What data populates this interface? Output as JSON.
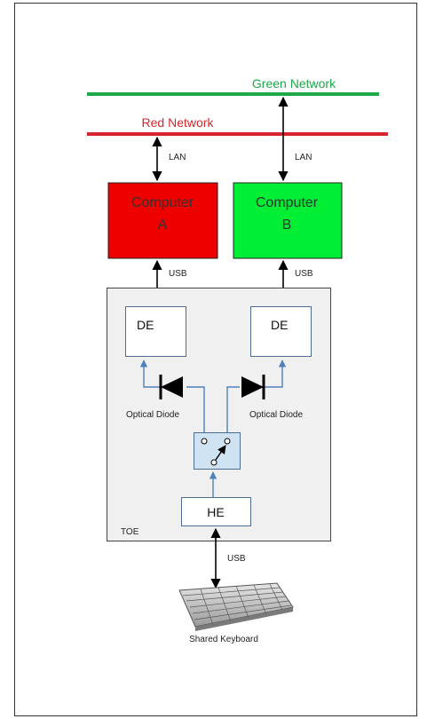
{
  "networks": {
    "green": {
      "label": "Green Network",
      "color": "#1ea84a"
    },
    "red": {
      "label": "Red Network",
      "color": "#d6262c"
    }
  },
  "links": {
    "lan_a": "LAN",
    "lan_b": "LAN",
    "usb_a": "USB",
    "usb_b": "USB",
    "usb_keyboard": "USB"
  },
  "computers": {
    "a": {
      "line1": "Computer",
      "line2": "A",
      "color": "#ee0000"
    },
    "b": {
      "line1": "Computer",
      "line2": "B",
      "color": "#00ee33"
    }
  },
  "toe": {
    "label": "TOE",
    "de_left": "DE",
    "de_right": "DE",
    "diode_left": "Optical Diode",
    "diode_right": "Optical Diode",
    "he": "HE",
    "switch_color": "#cfe3f3",
    "wire_color": "#4f81bd"
  },
  "keyboard": {
    "label": "Shared Keyboard",
    "icon": "keyboard-icon"
  }
}
